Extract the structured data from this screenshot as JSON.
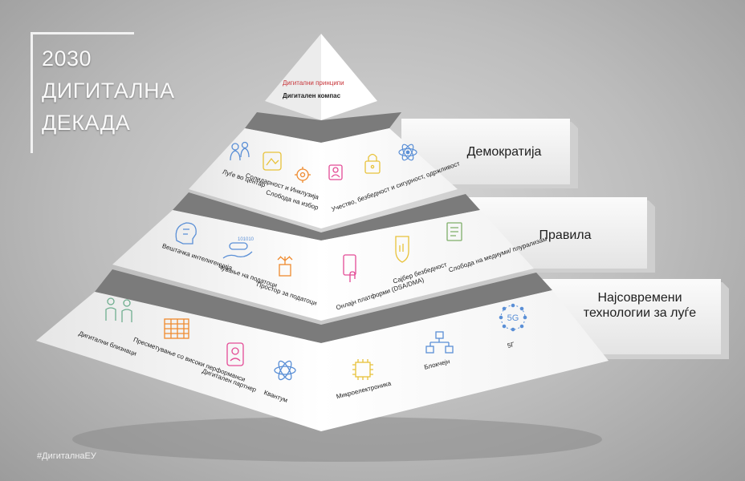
{
  "title": {
    "line1": "2030",
    "line2": "ДИГИТАЛНА",
    "line3": "ДЕКАДА"
  },
  "apex": {
    "principles": "Дигитални принципи",
    "compass": "Дигитален компас"
  },
  "tabs": {
    "democracy": "Демократија",
    "rules": "Правила",
    "tech": "Најсовремени технологии за луѓе"
  },
  "tier1": {
    "people_centre": "Луѓе во центар",
    "solidarity": "Солидарност и Инклузија",
    "freedom_choice": "Слобода на избор",
    "participation": "Учество, безбедност и сигурност, одржливост"
  },
  "tier2": {
    "ai": "Вештачка интелигенција",
    "data_protection": "Чување на податоци",
    "data_space": "Простор за податоци",
    "online_platforms": "Онлајн платформи (DSA/DMA)",
    "cyber": "Сајбер безбедност",
    "media_freedom": "Слобода на медиуми/ плурализам"
  },
  "tier3": {
    "digital_twins": "Дигитални близнаци",
    "hpc": "Пресметување со високи перформанси",
    "digital_partner": "Дигитален партнер",
    "quantum": "Квантум",
    "microelectronics": "Микроелектроника",
    "blockchain": "Блокчејн",
    "five_g": "5Г",
    "five_g_icon_text": "5G",
    "binary": "101010"
  },
  "hashtag": "#ДигиталнаЕУ",
  "colors": {
    "blue": "#5a8fd6",
    "yellow": "#e8c23a",
    "orange": "#ef8a2e",
    "pink": "#e44b96",
    "red": "#c8353a"
  }
}
